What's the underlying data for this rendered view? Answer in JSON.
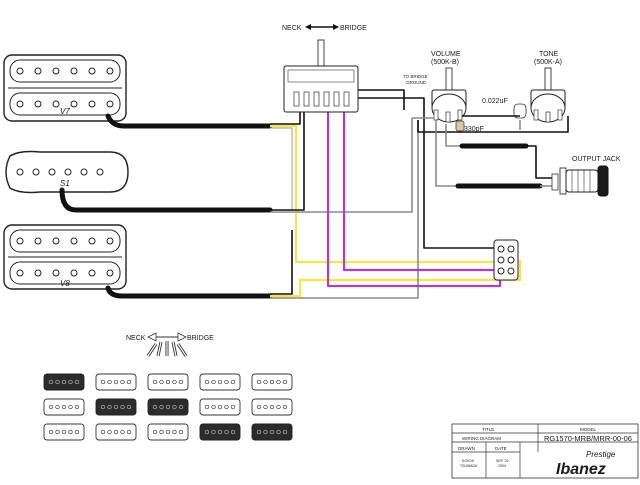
{
  "labels": {
    "neck": "NECK",
    "bridge": "BRIDGE",
    "to_bridge_ground": [
      "TO BRIDGE",
      "GROUND"
    ],
    "volume": "VOLUME",
    "volume_value": "(500K-B)",
    "tone": "TONE",
    "tone_value": "(500K-A)",
    "cap_tone": "0.022uF",
    "cap_volume": "330pF",
    "output_jack": "OUTPUT JACK",
    "pickup_neck": "V7",
    "pickup_middle": "S1",
    "pickup_bridge": "V8",
    "selector_neck": "NECK",
    "selector_bridge": "BRIDGE"
  },
  "switch_positions": [
    [
      "dark",
      "white",
      "white",
      "white",
      "white"
    ],
    [
      "white",
      "dark",
      "dark",
      "white",
      "white"
    ],
    [
      "white",
      "white",
      "white",
      "dark",
      "dark"
    ]
  ],
  "title_block": {
    "title_header": "TITLE",
    "model_header": "MODEL",
    "title": "WIRING DIAGRAM",
    "model": "RG1570-MRB/MRR-00-06",
    "drawn_header": "DRAWN",
    "date_header": "DATE",
    "drawn": [
      "KOICHI",
      "TSUWADA"
    ],
    "date": [
      "SEP. 29",
      "2004"
    ],
    "brand_script": "Prestige",
    "brand": "Ibanez"
  },
  "colors": {
    "yellow_wire": "#f2e64a",
    "purple_wire": "#b03cc6",
    "black_cable": "#111111",
    "gray_wire": "#8a8a8a"
  }
}
